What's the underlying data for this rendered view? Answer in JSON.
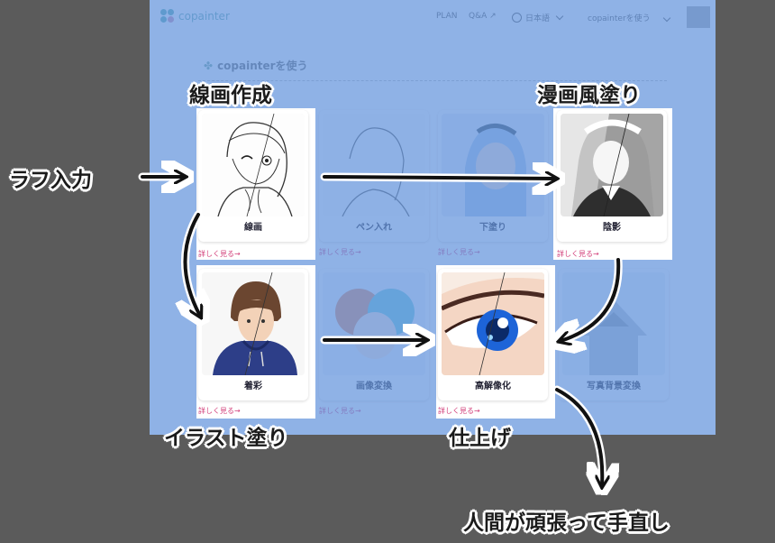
{
  "header": {
    "logo_text": "copainter",
    "nav_plan": "PLAN",
    "nav_qa": "Q&A",
    "language": "日本語",
    "use_menu": "copainterを使う"
  },
  "section": {
    "title": "copainterを使う"
  },
  "cards": [
    {
      "label": "線画",
      "more": "詳しく見る→"
    },
    {
      "label": "ペン入れ",
      "more": "詳しく見る→"
    },
    {
      "label": "下塗り",
      "more": "詳しく見る→"
    },
    {
      "label": "陰影",
      "more": "詳しく見る→"
    },
    {
      "label": "着彩",
      "more": "詳しく見る→"
    },
    {
      "label": "画像変換",
      "more": "詳しく見る→"
    },
    {
      "label": "高解像化",
      "more": "詳しく見る→"
    },
    {
      "label": "写真背景変換",
      "more": ""
    }
  ],
  "annotations": {
    "lineart": "線画作成",
    "manga": "漫画風塗り",
    "rough": "ラフ入力",
    "illust": "イラスト塗り",
    "finish": "仕上げ",
    "human": "人間が頑張って手直し"
  }
}
